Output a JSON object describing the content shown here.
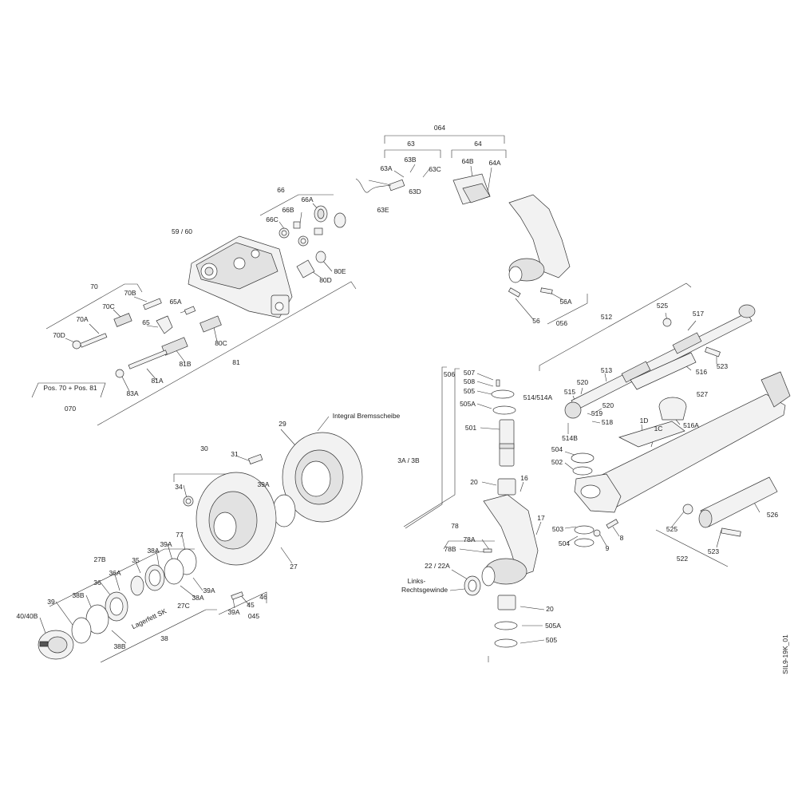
{
  "drawing_code": "SIL9-19K_01",
  "notes": {
    "integral": "Integral Bremsscheibe",
    "pos": "Pos. 70 + Pos. 81",
    "links1": "Links-",
    "links2": "Rechtsgewinde",
    "lagerfett": "Lagerfett SK"
  },
  "labels": {
    "l064": "064",
    "l63": "63",
    "l64": "64",
    "l63A": "63A",
    "l63B": "63B",
    "l63C": "63C",
    "l63D": "63D",
    "l63E": "63E",
    "l64A": "64A",
    "l64B": "64B",
    "l66": "66",
    "l66A": "66A",
    "l66B": "66B",
    "l66C": "66C",
    "l5960": "59 / 60",
    "l80E": "80E",
    "l80D": "80D",
    "l80C": "80C",
    "l70": "70",
    "l70B": "70B",
    "l70C": "70C",
    "l70A": "70A",
    "l70D": "70D",
    "l65A": "65A",
    "l65": "65",
    "l81B": "81B",
    "l81A": "81A",
    "l81": "81",
    "l83A": "83A",
    "l070": "070",
    "l56": "56",
    "l56A": "56A",
    "l056": "056",
    "l512": "512",
    "l525a": "525",
    "l517": "517",
    "l523a": "523",
    "l516": "516",
    "l513": "513",
    "l507": "507",
    "l508": "508",
    "l505a": "505",
    "l506": "506",
    "l505Aa": "505A",
    "l515": "515",
    "l520a": "520",
    "l5145": "514/514A",
    "l520b": "520",
    "l519": "519",
    "l518": "518",
    "l514B": "514B",
    "l527": "527",
    "l1D": "1D",
    "l1C": "1C",
    "l516A": "516A",
    "l501": "501",
    "l3A3B": "3A / 3B",
    "l504a": "504",
    "l502": "502",
    "l20a": "20",
    "l16": "16",
    "l29": "29",
    "l30": "30",
    "l31": "31",
    "l34": "34",
    "l39Aa": "39A",
    "l27": "27",
    "l17": "17",
    "l78": "78",
    "l78A": "78A",
    "l78B": "78B",
    "l2222A": "22 / 22A",
    "l503": "503",
    "l504b": "504",
    "l8": "8",
    "l9": "9",
    "l525b": "525",
    "l526": "526",
    "l523b": "523",
    "l522": "522",
    "l77": "77",
    "l39Ab": "39A",
    "l27B": "27B",
    "l38A": "38A",
    "l35": "35",
    "l36A": "36A",
    "l36": "36",
    "l39Ac": "39A",
    "l38Aa": "38A",
    "l27C": "27C",
    "l38B": "38B",
    "l39": "39",
    "l4040B": "40/40B",
    "l38Bb": "38B",
    "l38": "38",
    "l45": "45",
    "l46": "46",
    "l39Ad": "39A",
    "l045": "045",
    "l20b": "20",
    "l505Ab": "505A",
    "l505b": "505"
  }
}
